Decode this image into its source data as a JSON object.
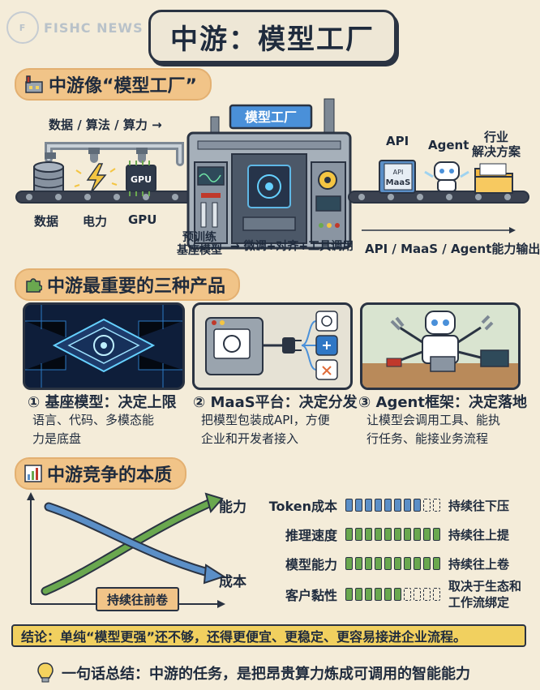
{
  "brand": {
    "name": "FISHC NEWS",
    "logo_text": "F"
  },
  "title": "中游：模型工厂",
  "section1": {
    "heading": "中游像“模型工厂”",
    "inputs_label": "数据 / 算法 / 算力",
    "factory_label": "模型工厂",
    "chip_label": "GPU",
    "inputs": [
      {
        "label": "数据",
        "icon": "database-icon"
      },
      {
        "label": "电力",
        "icon": "lightning-icon"
      },
      {
        "label": "GPU",
        "icon": "gpu-chip-icon"
      }
    ],
    "process_left": [
      "预训练",
      "基座模型"
    ],
    "process_right": "→ 微调+对齐+工具调用",
    "outputs": [
      {
        "label": "API",
        "icon": "book-icon"
      },
      {
        "label": "Agent",
        "icon": "robot-icon"
      },
      {
        "label": "行业解决方案",
        "icon": "folder-icon"
      }
    ],
    "output_line1": "行业",
    "output_line2": "解决方案",
    "book_text": "MaaS",
    "book_text2": "API",
    "output_caption": "API / MaaS / Agent能力输出"
  },
  "section2": {
    "heading": "中游最重要的三种产品",
    "products": [
      {
        "title": "① 基座模型：决定上限",
        "desc_lines": [
          "语言、代码、多模态能",
          "力是底盘"
        ],
        "icon": "ai-chip-icon"
      },
      {
        "title": "② MaaS平台：决定分发",
        "desc_lines": [
          "把模型包装成API，方便",
          "企业和开发者接入"
        ],
        "icon": "plug-icon"
      },
      {
        "title": "③ Agent框架：决定落地",
        "desc_lines": [
          "让模型会调用工具、能执",
          "行任务、能接业务流程"
        ],
        "icon": "robot-tools-icon"
      }
    ]
  },
  "section3": {
    "heading": "中游竞争的本质",
    "chart": {
      "line_up_label": "能力",
      "line_down_label": "成本",
      "tag": "持续往前卷"
    },
    "metrics": [
      {
        "label": "Token成本",
        "filled": 8,
        "total": 10,
        "color": "#5b8fc7",
        "trend": [
          "持续往下压"
        ]
      },
      {
        "label": "推理速度",
        "filled": 10,
        "total": 10,
        "color": "#6aa84f",
        "trend": [
          "持续往上提"
        ]
      },
      {
        "label": "模型能力",
        "filled": 10,
        "total": 10,
        "color": "#6aa84f",
        "trend": [
          "持续往上卷"
        ]
      },
      {
        "label": "客户黏性",
        "filled": 6,
        "total": 10,
        "color": "#6aa84f",
        "trend": [
          "取决于生态和",
          "工作流绑定"
        ]
      }
    ]
  },
  "conclusion": "结论：单纯“模型更强”还不够，还得更便宜、更稳定、更容易接进企业流程。",
  "summary": "一句话总结：中游的任务，是把昂贵算力炼成可调用的智能能力"
}
